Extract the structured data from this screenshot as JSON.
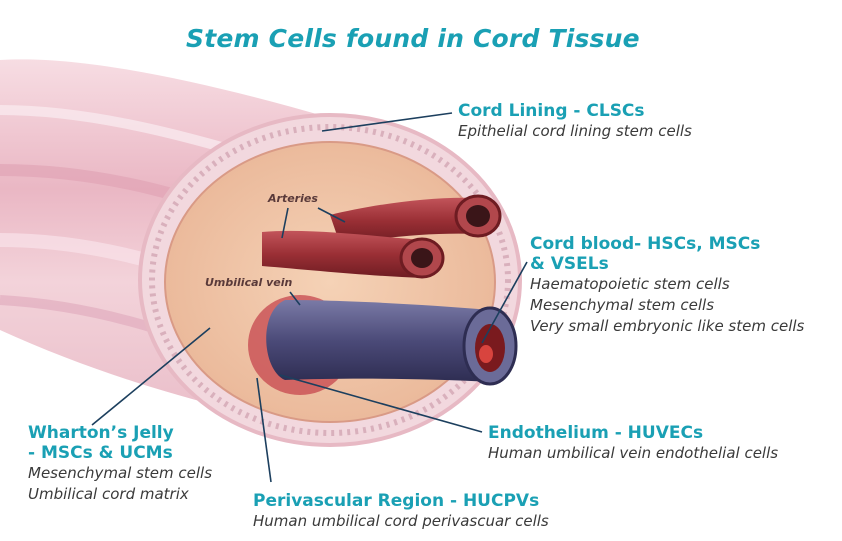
{
  "title": "Stem Cells found in Cord Tissue",
  "callouts": {
    "cord_lining": {
      "heading": "Cord Lining - CLSCs",
      "lines": [
        "Epithelial cord lining stem cells"
      ]
    },
    "cord_blood": {
      "heading_line1": "Cord blood- HSCs, MSCs",
      "heading_line2": "& VSELs",
      "lines": [
        "Haematopoietic stem cells",
        "Mesenchymal stem cells",
        "Very small embryonic like stem cells"
      ]
    },
    "whartons_jelly": {
      "heading_line1": "Wharton’s Jelly",
      "heading_line2": "- MSCs & UCMs",
      "lines": [
        "Mesenchymal stem cells",
        "Umbilical cord matrix"
      ]
    },
    "endothelium": {
      "heading": "Endothelium - HUVECs",
      "lines": [
        "Human umbilical vein endothelial cells"
      ]
    },
    "perivascular": {
      "heading": "Perivascular Region - HUCPVs",
      "lines": [
        "Human umbilical cord perivascuar cells"
      ]
    }
  },
  "structure_labels": {
    "arteries": "Arteries",
    "umbilical_vein": "Umbilical vein"
  },
  "colors": {
    "accent": "#1aa0b4",
    "text": "#3a3a3a",
    "cord_outer": "#f3c9cf",
    "cord_tissue": "#f0c2a6",
    "artery": "#9c3438",
    "vein": "#4d4d7a",
    "leader": "#1c3f5e"
  }
}
